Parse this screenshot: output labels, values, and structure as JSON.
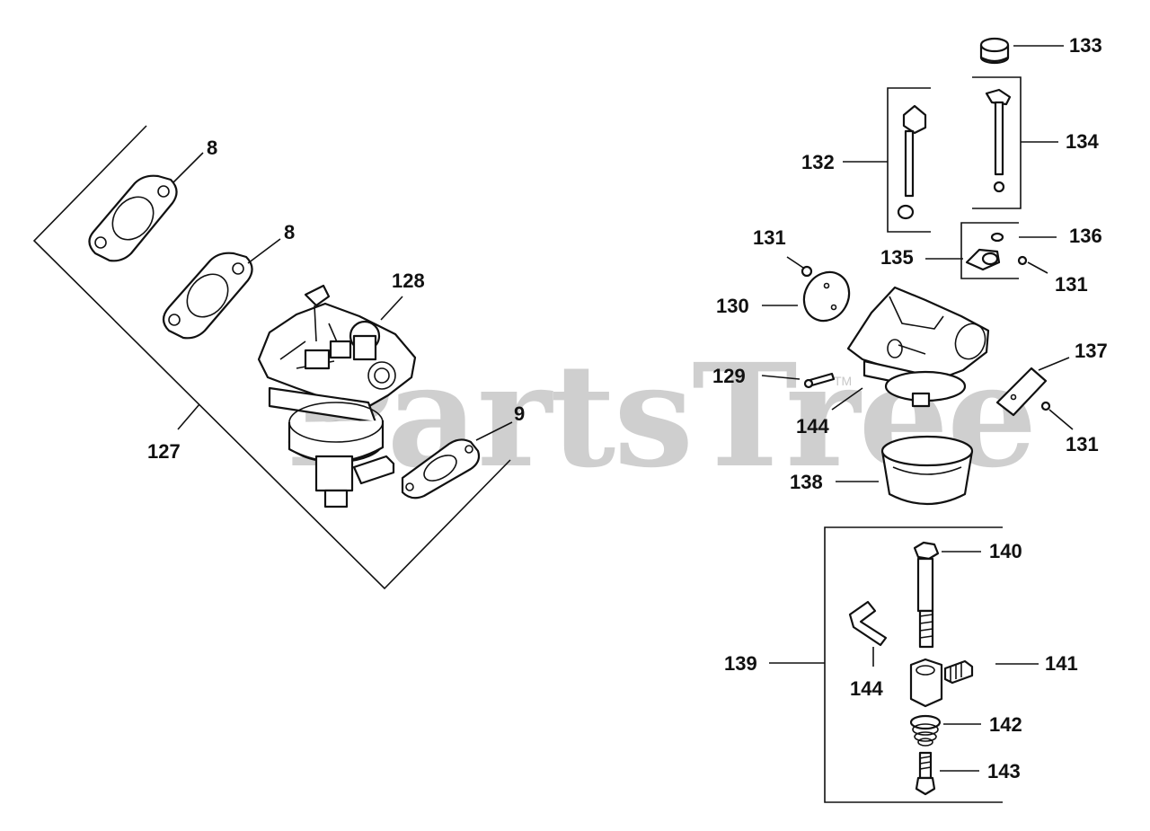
{
  "watermark": {
    "text": "PartsTree",
    "trademark": "TM"
  },
  "callouts": {
    "c8a": "8",
    "c8b": "8",
    "c9": "9",
    "c127": "127",
    "c128": "128",
    "c129": "129",
    "c130": "130",
    "c131a": "131",
    "c131b": "131",
    "c131c": "131",
    "c132": "132",
    "c133": "133",
    "c134": "134",
    "c135": "135",
    "c136": "136",
    "c137": "137",
    "c138": "138",
    "c139": "139",
    "c140": "140",
    "c141": "141",
    "c142": "142",
    "c143": "143",
    "c144a": "144",
    "c144b": "144"
  }
}
